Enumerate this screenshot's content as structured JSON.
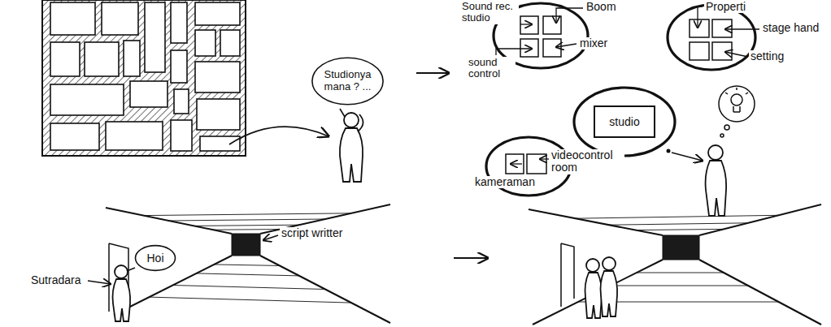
{
  "diagram": {
    "nodes": [
      {
        "text": [
          "Studionya mana ? ..."
        ]
      },
      {
        "text": [
          "studio"
        ]
      },
      {
        "text": [
          "Hoi"
        ]
      }
    ],
    "labels": [
      "Sound rec. studio",
      "Boom",
      "mixer",
      "sound control",
      "Properti",
      "stage hand",
      "setting",
      "kameraman",
      "videocontrol room",
      "Sutradara",
      "script writter"
    ]
  }
}
